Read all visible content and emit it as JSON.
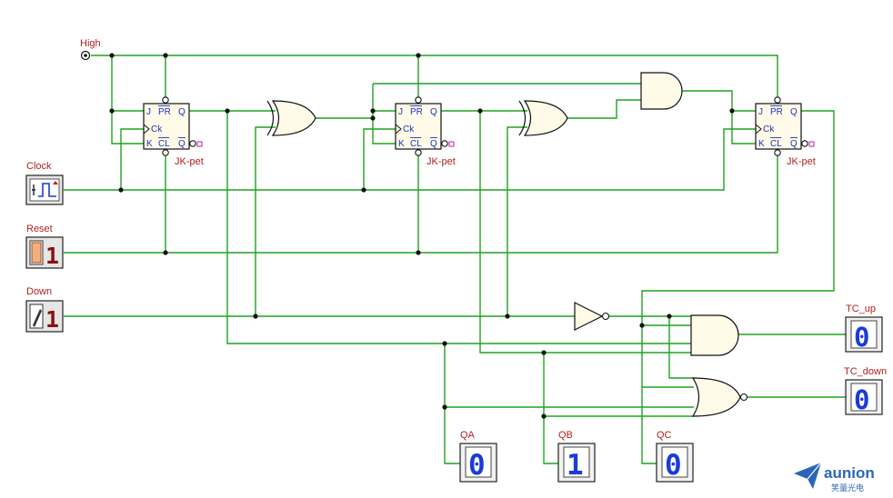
{
  "labels": {
    "high": "High",
    "clock": "Clock",
    "reset": "Reset",
    "down": "Down",
    "tc_up": "TC_up",
    "tc_down": "TC_down",
    "qa": "QA",
    "qb": "QB",
    "qc": "QC"
  },
  "flipflop": {
    "part": "JK-pet",
    "pin_j": "J",
    "pin_pr": "PR",
    "pin_q": "Q",
    "pin_ck": "Ck",
    "pin_k": "K",
    "pin_cl": "CL",
    "pin_qbar": "Q"
  },
  "values": {
    "reset": "1",
    "down": "1",
    "tc_up": "0",
    "tc_down": "0",
    "qa": "0",
    "qb": "1",
    "qc": "0"
  },
  "logo": {
    "name": "aunion",
    "subtitle": "笑量光电"
  },
  "colors": {
    "wire": "#1fa31f",
    "display_digit": "#1a3cd6",
    "switch_digit": "#8a1010",
    "label": "#b02020"
  }
}
